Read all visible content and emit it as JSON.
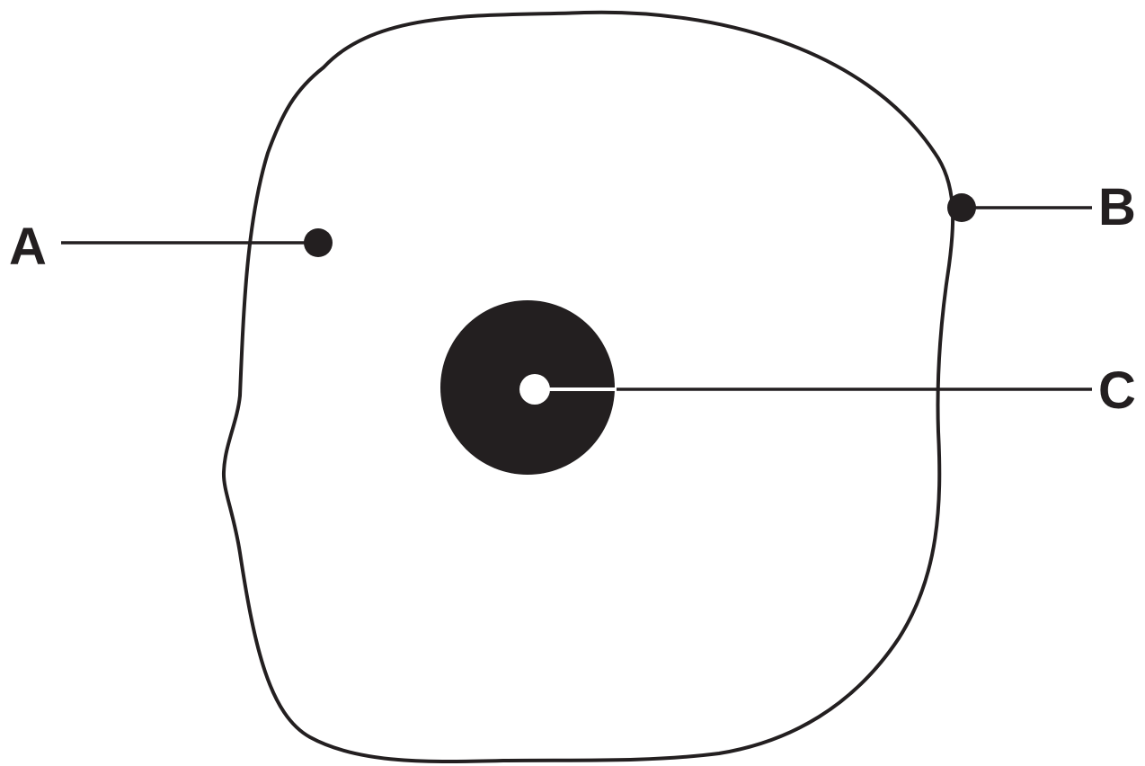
{
  "labels": {
    "a": "A",
    "b": "B",
    "c": "C"
  },
  "colors": {
    "stroke": "#231f20",
    "background": "#ffffff"
  }
}
